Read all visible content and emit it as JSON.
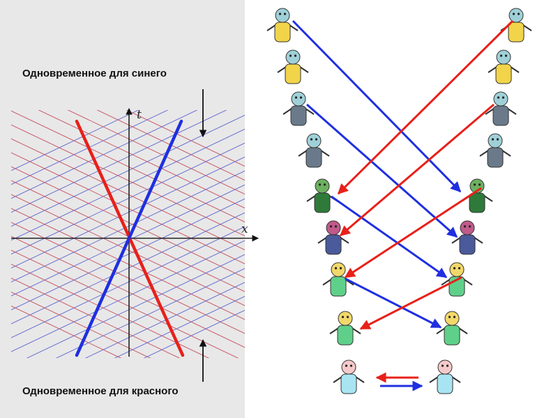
{
  "captions": {
    "simultaneous_blue": "Одновременное для синего",
    "simultaneous_red": "Одновременное для красного"
  },
  "axes": {
    "x_label": "x",
    "t_label": "t"
  },
  "colors": {
    "blue": "#1f2fe0",
    "red": "#e8201a",
    "panel_bg": "#e8e8e8",
    "blue_sim_line": "#6a6fd0",
    "red_sim_line": "#c85a6a"
  },
  "characters": {
    "left": [
      "old-man-icon",
      "old-man-icon",
      "man-icon",
      "man-icon",
      "soldier-icon",
      "child-icon",
      "kid-icon",
      "kid-icon",
      "baby-icon"
    ],
    "right": [
      "old-man-icon",
      "old-man-icon",
      "man-icon",
      "man-icon",
      "soldier-icon",
      "child-icon",
      "kid-icon",
      "kid-icon",
      "baby-icon"
    ]
  }
}
